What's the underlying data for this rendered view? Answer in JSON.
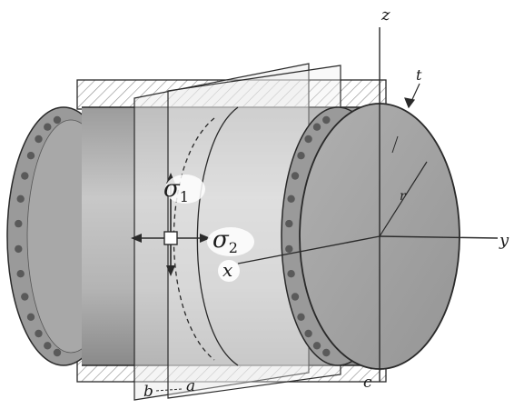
{
  "labels": {
    "axis_z": "z",
    "axis_y": "y",
    "axis_x": "x",
    "thickness": "t",
    "radius": "r",
    "sigma": "σ",
    "sigma1_sub": "1",
    "sigma2_sub": "2",
    "section_b": "b",
    "section_a": "a",
    "section_c": "c"
  },
  "colors": {
    "shell": "#b9b9b9",
    "shell_shadow": "#8f8f8f",
    "end_face": "#a3a3a3",
    "flange": "#9a9a9a",
    "bolt": "#5a5a5a",
    "line": "#2a2a2a",
    "plane": "#e6e6e6"
  }
}
